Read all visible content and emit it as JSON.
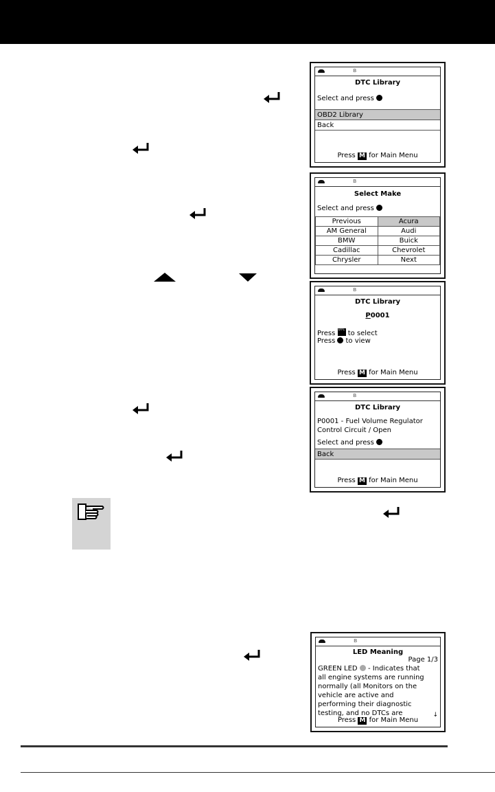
{
  "screens": {
    "dtc_library_1": {
      "title": "DTC Library",
      "prompt": "Select and press",
      "items": [
        {
          "label": "OBD2 Library"
        },
        {
          "label": "Back"
        }
      ],
      "footer_press": "Press",
      "footer_key": "M",
      "footer_rest": "for Main Menu"
    },
    "select_make": {
      "title": "Select Make",
      "prompt": "Select and press",
      "cells": [
        [
          "Previous",
          "Acura"
        ],
        [
          "AM General",
          "Audi"
        ],
        [
          "BMW",
          "Buick"
        ],
        [
          "Cadillac",
          "Chevrolet"
        ],
        [
          "Chrysler",
          "Next"
        ]
      ]
    },
    "dtc_library_2": {
      "title": "DTC Library",
      "code_cursor": "P",
      "code_rest": "0001",
      "line1_press": "Press",
      "line1_key": "DTC",
      "line1_rest": "to select",
      "line2_press": "Press",
      "line2_rest": "to view",
      "footer_press": "Press",
      "footer_key": "M",
      "footer_rest": "for Main Menu"
    },
    "dtc_library_3": {
      "title": "DTC Library",
      "desc1": "P0001 - Fuel Volume Regulator",
      "desc2": "Control Circuit / Open",
      "prompt": "Select and press",
      "items": [
        {
          "label": "Back"
        }
      ],
      "footer_press": "Press",
      "footer_key": "M",
      "footer_rest": "for Main Menu"
    },
    "led_meaning": {
      "title": "LED Meaning",
      "page": "Page 1/3",
      "green_label": "GREEN LED",
      "green_rest": "- Indicates that",
      "lines": [
        "all engine systems are running",
        "normally (all Monitors on the",
        "vehicle are active and",
        "performing their diagnostic",
        "testing, and no DTCs are"
      ],
      "scroll_glyph": "↓",
      "footer_press": "Press",
      "footer_key": "M",
      "footer_rest": "for Main Menu"
    }
  },
  "colors": {
    "header": "#000000",
    "highlight": "#c8c8c8",
    "note_bg": "#d4d4d4",
    "led_green": "#a8a8a8"
  }
}
